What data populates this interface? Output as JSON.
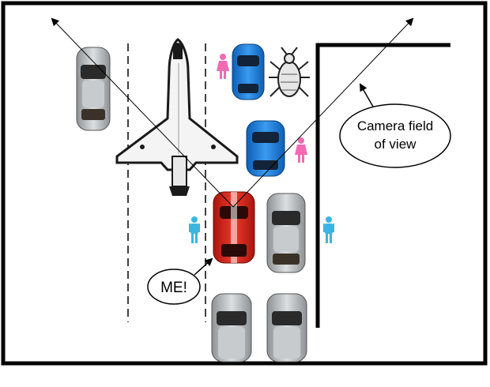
{
  "labels": {
    "camera_line1": "Camera field",
    "camera_line2": "of view",
    "me": "ME!"
  },
  "colors": {
    "frame": "#000000",
    "silver_car": "#b9bcbf",
    "blue_car": "#1f7fdc",
    "red_car": "#d9261c",
    "pink_person": "#f06bb4",
    "cyan_person": "#3bb6df",
    "shuttle": "#f2f2f2"
  },
  "objects": [
    {
      "type": "car",
      "color": "silver",
      "lane": "left"
    },
    {
      "type": "space-shuttle",
      "color": "white"
    },
    {
      "type": "car",
      "color": "blue"
    },
    {
      "type": "bug",
      "color": "gray"
    },
    {
      "type": "car",
      "color": "blue"
    },
    {
      "type": "car",
      "color": "red",
      "note": "ME!"
    },
    {
      "type": "car",
      "color": "silver"
    },
    {
      "type": "car",
      "color": "silver"
    },
    {
      "type": "car",
      "color": "silver"
    },
    {
      "type": "person",
      "color": "pink"
    },
    {
      "type": "person",
      "color": "pink"
    },
    {
      "type": "person",
      "color": "cyan"
    },
    {
      "type": "person",
      "color": "cyan"
    }
  ]
}
